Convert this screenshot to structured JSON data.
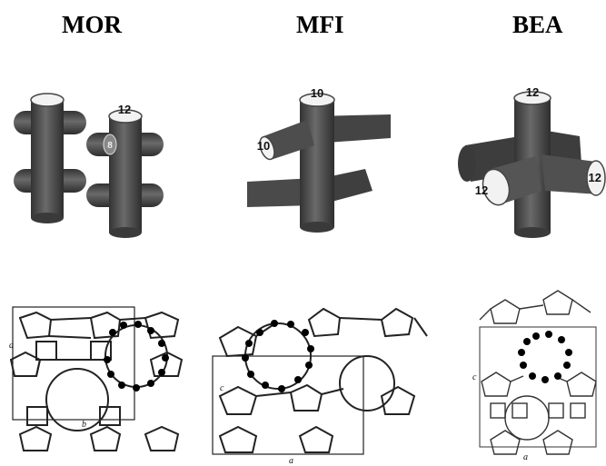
{
  "panels": [
    {
      "framework": "MOR",
      "pore_labels": [
        "12",
        "8"
      ],
      "axis_labels": [
        "a",
        "b"
      ]
    },
    {
      "framework": "MFI",
      "pore_labels": [
        "10",
        "10"
      ],
      "axis_labels": [
        "c",
        "a"
      ]
    },
    {
      "framework": "BEA",
      "pore_labels": [
        "12",
        "12",
        "12"
      ],
      "axis_labels": [
        "c",
        "a"
      ]
    }
  ],
  "colors": {
    "tube": "#4a4a4a",
    "tube_light": "#7a7a7a",
    "pore_end": "#f2f2f2",
    "line": "#222222"
  }
}
